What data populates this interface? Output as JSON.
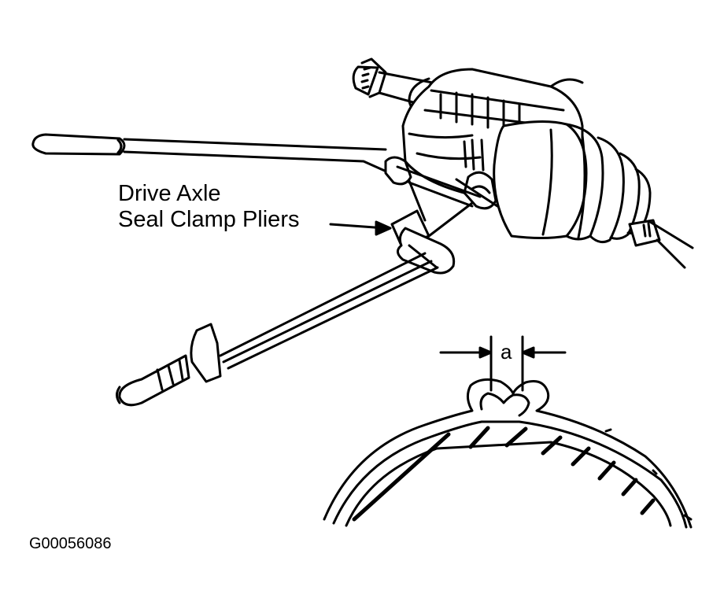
{
  "callout": {
    "line1": "Drive Axle",
    "line2": "Seal Clamp Pliers"
  },
  "gap_dimension_label": "a",
  "figure_code": "G00056086",
  "colors": {
    "ink": "#000000",
    "paper": "#ffffff"
  }
}
